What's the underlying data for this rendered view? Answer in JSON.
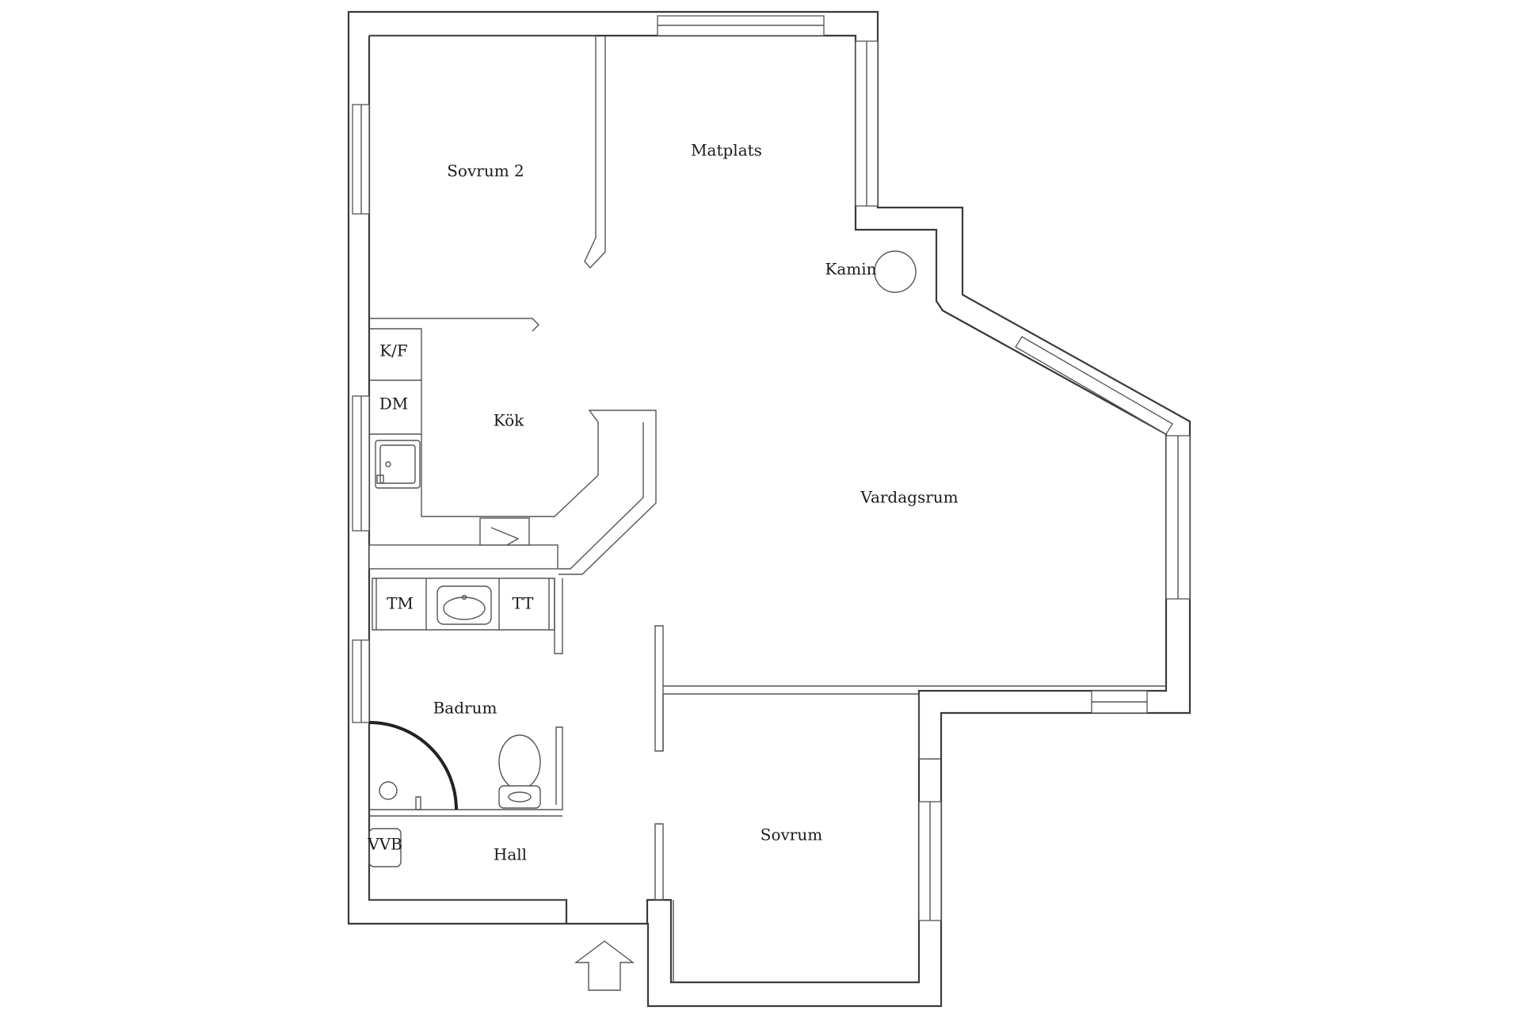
{
  "rooms": {
    "sovrum2": "Sovrum 2",
    "matplats": "Matplats",
    "kamin": "Kamin",
    "kok": "Kök",
    "vardagsrum": "Vardagsrum",
    "badrum": "Badrum",
    "hall": "Hall",
    "sovrum": "Sovrum"
  },
  "fixtures": {
    "kf": "K/F",
    "dm": "DM",
    "tm": "TM",
    "tt": "TT",
    "vvb": "VVB"
  },
  "icons": {
    "entrance": "entrance-arrow-icon",
    "sink": "sink-icon",
    "toilet": "toilet-icon",
    "fireplace": "fireplace-icon",
    "shower": "shower-icon"
  },
  "colors": {
    "wall": "#3a3a3a",
    "background": "#ffffff"
  }
}
